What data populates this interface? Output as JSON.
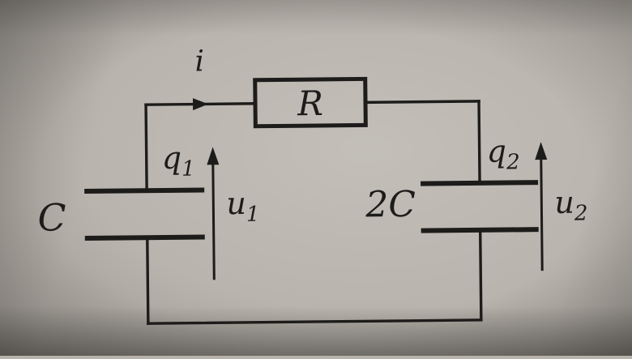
{
  "colors": {
    "paper": "#b9b4ad",
    "ink": "#1d1c1a"
  },
  "circuit": {
    "current_label": "i",
    "resistor_label": "R",
    "capacitor_left": {
      "value_label": "C",
      "charge_base": "q",
      "charge_sub": "1",
      "voltage_base": "u",
      "voltage_sub": "1"
    },
    "capacitor_right": {
      "value_label": "2C",
      "charge_base": "q",
      "charge_sub": "2",
      "voltage_base": "u",
      "voltage_sub": "2"
    }
  }
}
